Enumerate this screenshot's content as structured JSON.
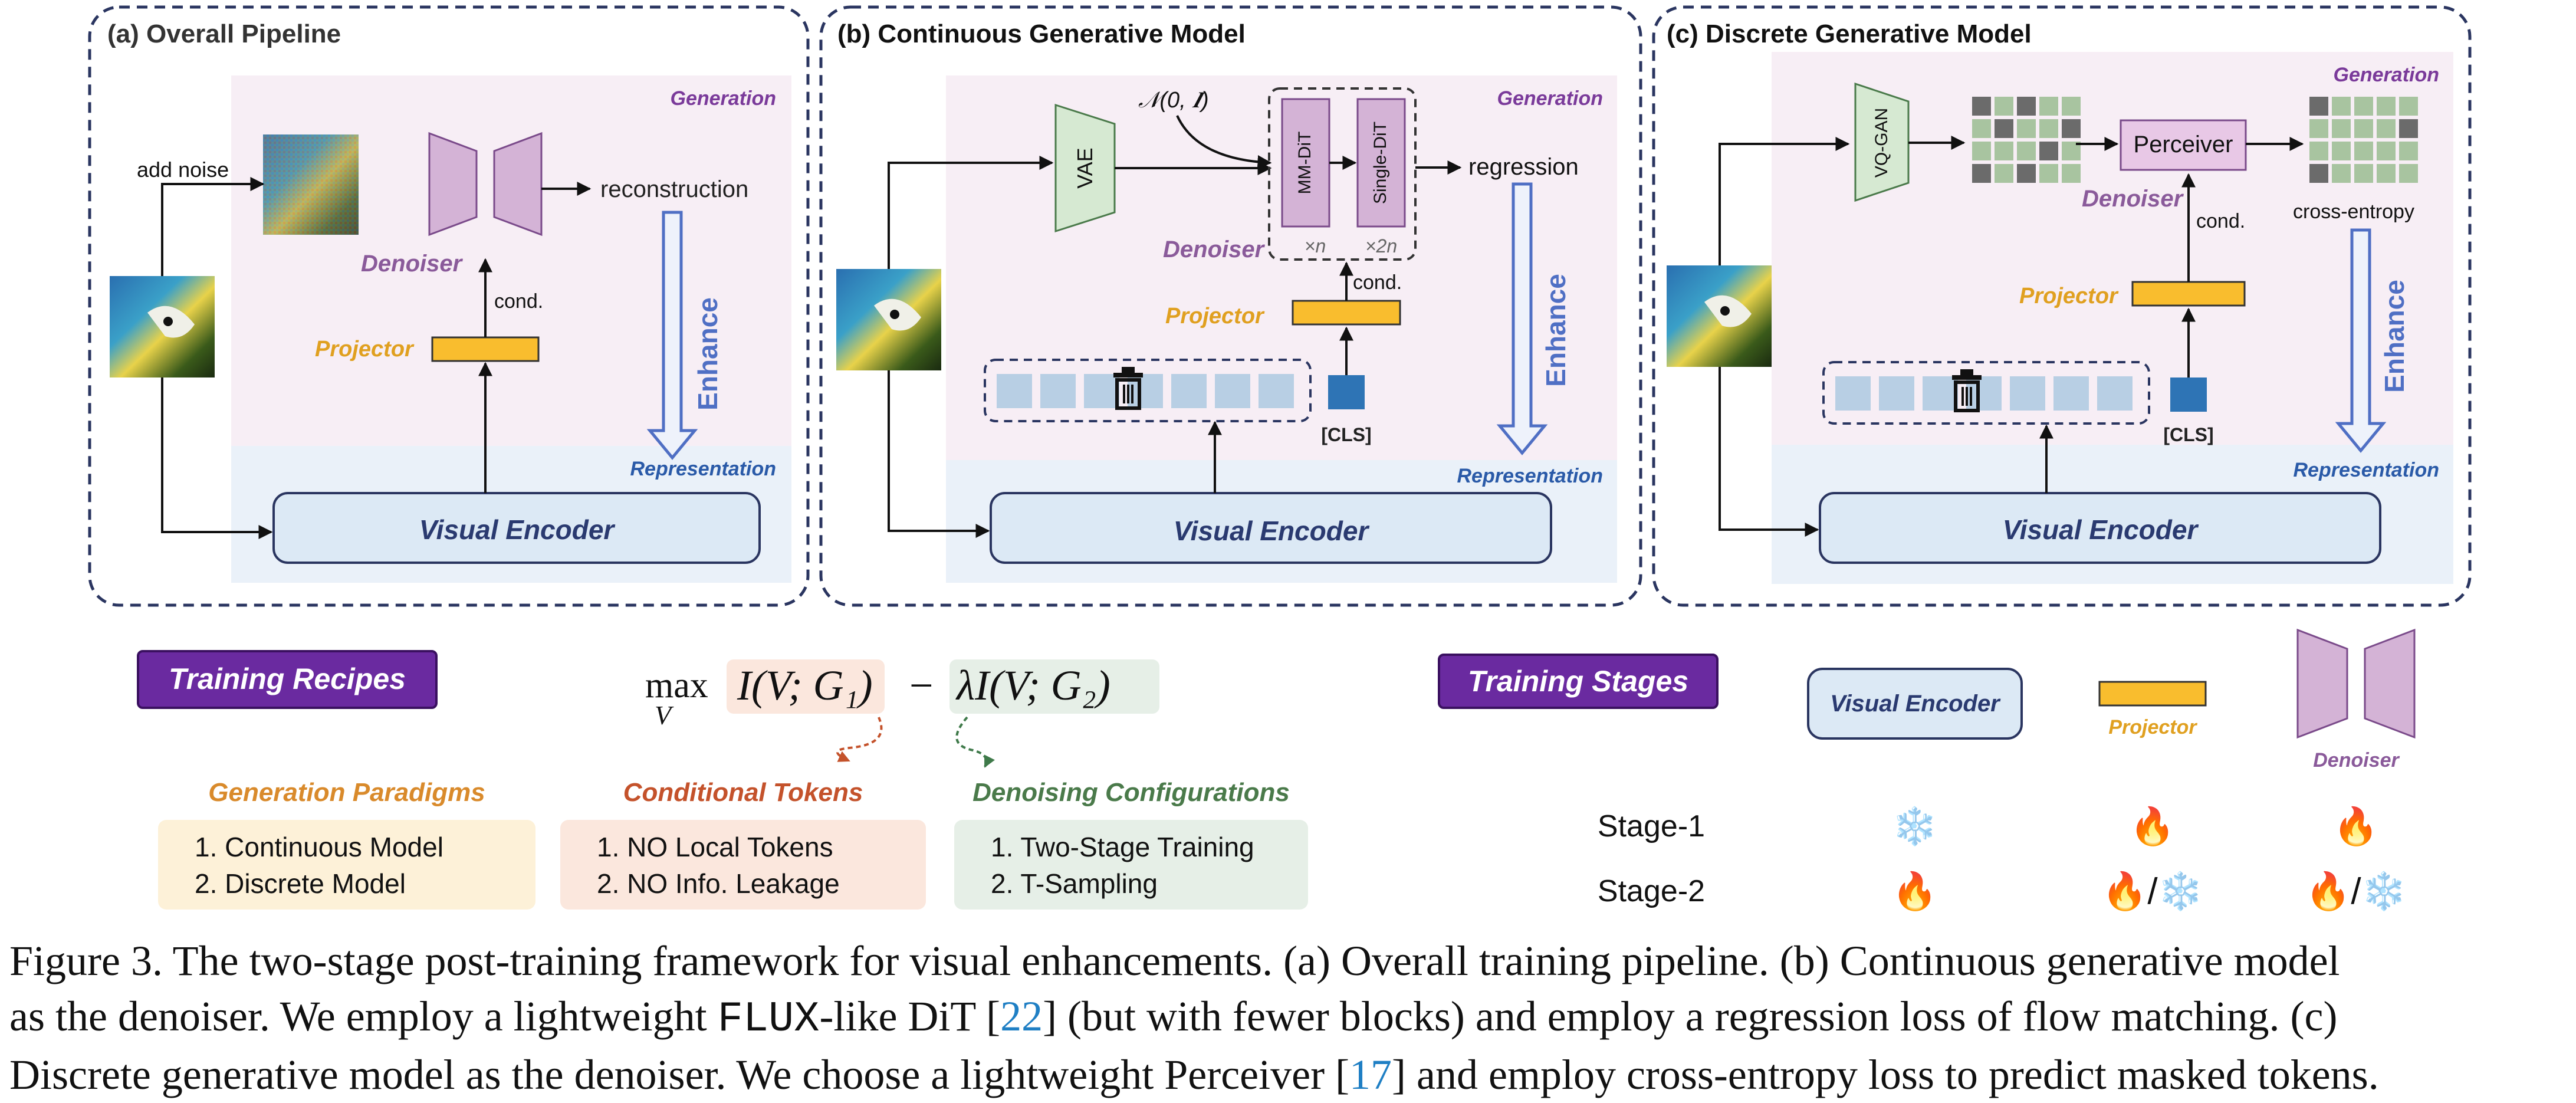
{
  "panels": {
    "a": {
      "title": "(a) Overall Pipeline",
      "generation": "Generation",
      "representation": "Representation",
      "add_noise": "add noise",
      "reconstruction": "reconstruction",
      "denoiser": "Denoiser",
      "cond": "cond.",
      "projector": "Projector",
      "enhance": "Enhance",
      "visual_encoder": "Visual Encoder"
    },
    "b": {
      "title": "(b) Continuous Generative Model",
      "generation": "Generation",
      "representation": "Representation",
      "noise_dist": "𝒩(0, 𝑰)",
      "vae": "VAE",
      "mm_dit": "MM-DiT",
      "single_dit": "Single-DiT",
      "mult_n": "×n",
      "mult_2n": "×2n",
      "regression": "regression",
      "denoiser": "Denoiser",
      "cond": "cond.",
      "projector": "Projector",
      "cls": "[CLS]",
      "enhance": "Enhance",
      "visual_encoder": "Visual Encoder"
    },
    "c": {
      "title": "(c) Discrete Generative Model",
      "generation": "Generation",
      "representation": "Representation",
      "vq_gan": "VQ-GAN",
      "perceiver": "Perceiver",
      "denoiser": "Denoiser",
      "cond": "cond.",
      "cross_entropy": "cross-entropy",
      "projector": "Projector",
      "cls": "[CLS]",
      "enhance": "Enhance",
      "visual_encoder": "Visual Encoder"
    }
  },
  "recipes": {
    "title": "Training Recipes",
    "formula": {
      "max": "max",
      "sub": "V",
      "term1": "I(V; G₁)",
      "minus": "−",
      "term2": "λI(V; G₂)"
    },
    "groups": [
      {
        "title": "Generation Paradigms",
        "items": [
          "1.   Continuous Model",
          "2.   Discrete Model"
        ],
        "color": "#d98a2b",
        "bg": "#fdf1d8"
      },
      {
        "title": "Conditional Tokens",
        "items": [
          "1.   NO Local Tokens",
          "2.   NO Info. Leakage"
        ],
        "color": "#c4522b",
        "bg": "#fbe7dd"
      },
      {
        "title": "Denoising Configurations",
        "items": [
          "1.   Two-Stage Training",
          "2.   T-Sampling"
        ],
        "color": "#4a7a4a",
        "bg": "#e6efe7"
      }
    ]
  },
  "stages": {
    "title": "Training Stages",
    "col_visual_encoder": "Visual Encoder",
    "col_projector": "Projector",
    "col_denoiser": "Denoiser",
    "rows": [
      {
        "label": "Stage-1",
        "visual_encoder": "❄️",
        "projector": "🔥",
        "denoiser": "🔥"
      },
      {
        "label": "Stage-2",
        "visual_encoder": "🔥",
        "projector": "🔥/❄️",
        "denoiser": "🔥/❄️"
      }
    ]
  },
  "caption": {
    "l1": "Figure 3. The two-stage post-training framework for visual enhancements. (a) Overall training pipeline. (b) Continuous generative model",
    "l2a": "as the denoiser. We employ a lightweight ",
    "l2_code": "FLUX",
    "l2b": "-like DiT [",
    "ref22": "22",
    "l2c": "] (but with fewer blocks) and employ a regression loss of flow matching. (c)",
    "l3a": "Discrete generative model as the denoiser. We choose a lightweight Perceiver [",
    "ref17": "17",
    "l3b": "] and employ cross-entropy loss to predict masked tokens."
  },
  "colors": {
    "generation_bg": "#f7eef5",
    "representation_bg": "#eaf1f9",
    "denoiser": "#d4b3d6",
    "projector": "#f9bd2e",
    "vae": "#d6e9d2",
    "token_light": "#b8cfe4",
    "token_cls": "#2e74b5",
    "enhance": "#4f6fc4",
    "badge": "#6a2aa0"
  },
  "icons": [
    "parrot-image",
    "trash-icon",
    "snowflake-icon",
    "fire-icon"
  ]
}
